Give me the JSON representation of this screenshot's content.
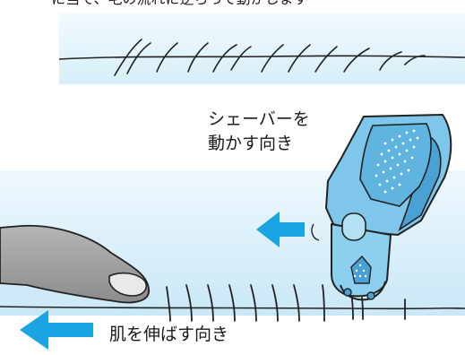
{
  "header_text_partial": "──に当て、毛の流れに逆らって動かします",
  "captions": {
    "shaver_direction_line1": "シェーバーを",
    "shaver_direction_line2": "動かす向き",
    "skin_direction": "肌を伸ばす向き"
  },
  "colors": {
    "skin_bg_top": "#eaf6fc",
    "skin_bg_bottom": "#cfeaf7",
    "arrow": "#1aa4e2",
    "shaver_body": "#79c4e9",
    "shaver_dark": "#3f9bd0",
    "finger": "#9a9a9a",
    "outline": "#222222"
  }
}
